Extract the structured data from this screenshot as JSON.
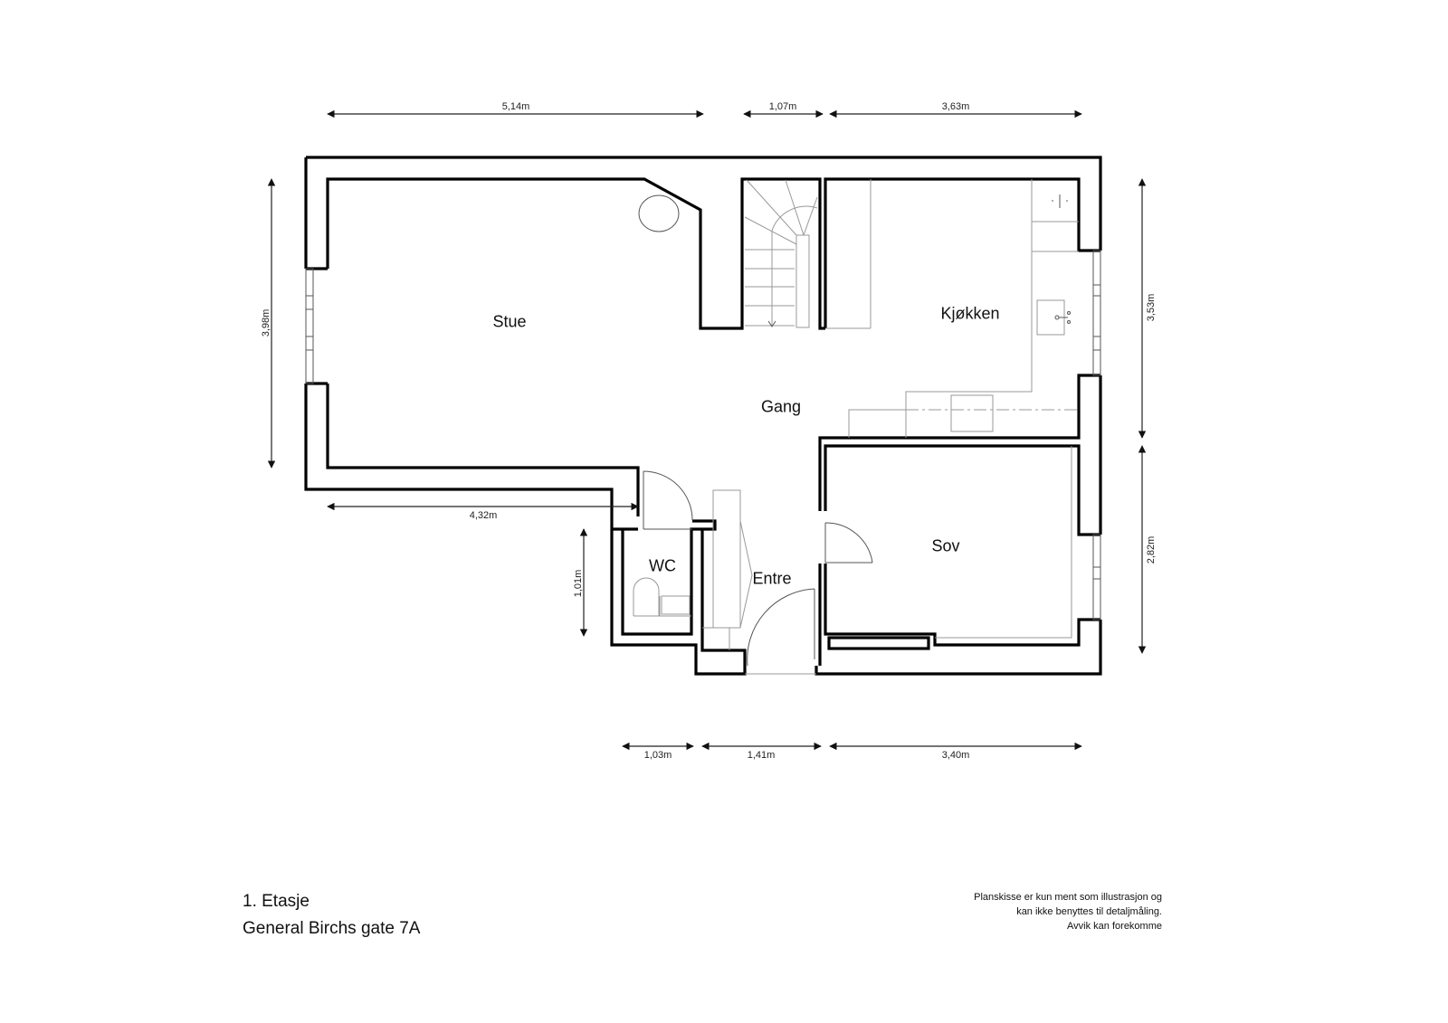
{
  "plan": {
    "floor": "1. Etasje",
    "address": "General Birchs gate 7A",
    "disclaimer": [
      "Planskisse er kun ment som illustrasjon og",
      "kan ikke benyttes til detaljmåling.",
      "Avvik kan forekomme"
    ]
  },
  "rooms": {
    "stue": "Stue",
    "kjokken": "Kjøkken",
    "gang": "Gang",
    "sov": "Sov",
    "wc": "WC",
    "entre": "Entre"
  },
  "dimensions": {
    "top": [
      "5,14m",
      "1,07m",
      "3,63m"
    ],
    "bottom": [
      "1,03m",
      "1,41m",
      "3,40m"
    ],
    "left": "3,98m",
    "right": [
      "3,53m",
      "2,82m"
    ],
    "stue_bottom": "4,32m",
    "wc_height": "1,01m"
  },
  "colors": {
    "wall": "#000000",
    "fixture": "#999999",
    "background": "#ffffff"
  }
}
